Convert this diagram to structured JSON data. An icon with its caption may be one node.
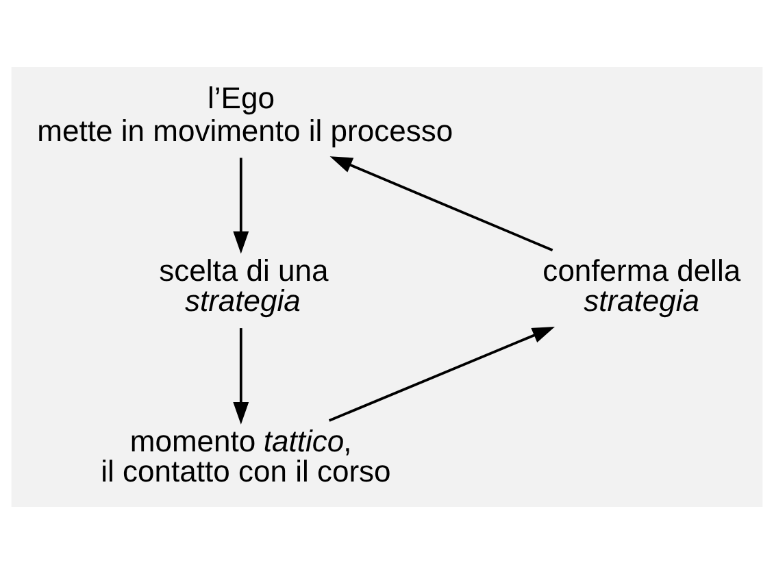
{
  "diagram": {
    "nodes": [
      {
        "text": [
          "l’Ego",
          "mette in movimento il processo"
        ]
      },
      {
        "text": [
          "scelta di una *strategia*"
        ]
      },
      {
        "text": [
          "momento *tattico*, il contatto con il corso"
        ]
      },
      {
        "text": [
          "conferma della *strategia*"
        ]
      }
    ],
    "edges": [
      {
        "from": 0,
        "to": 1,
        "arrow": "to"
      },
      {
        "from": 1,
        "to": 2,
        "arrow": "to"
      },
      {
        "from": 2,
        "to": 3,
        "arrow": "to"
      },
      {
        "from": 3,
        "to": 0,
        "arrow": "to"
      }
    ]
  }
}
